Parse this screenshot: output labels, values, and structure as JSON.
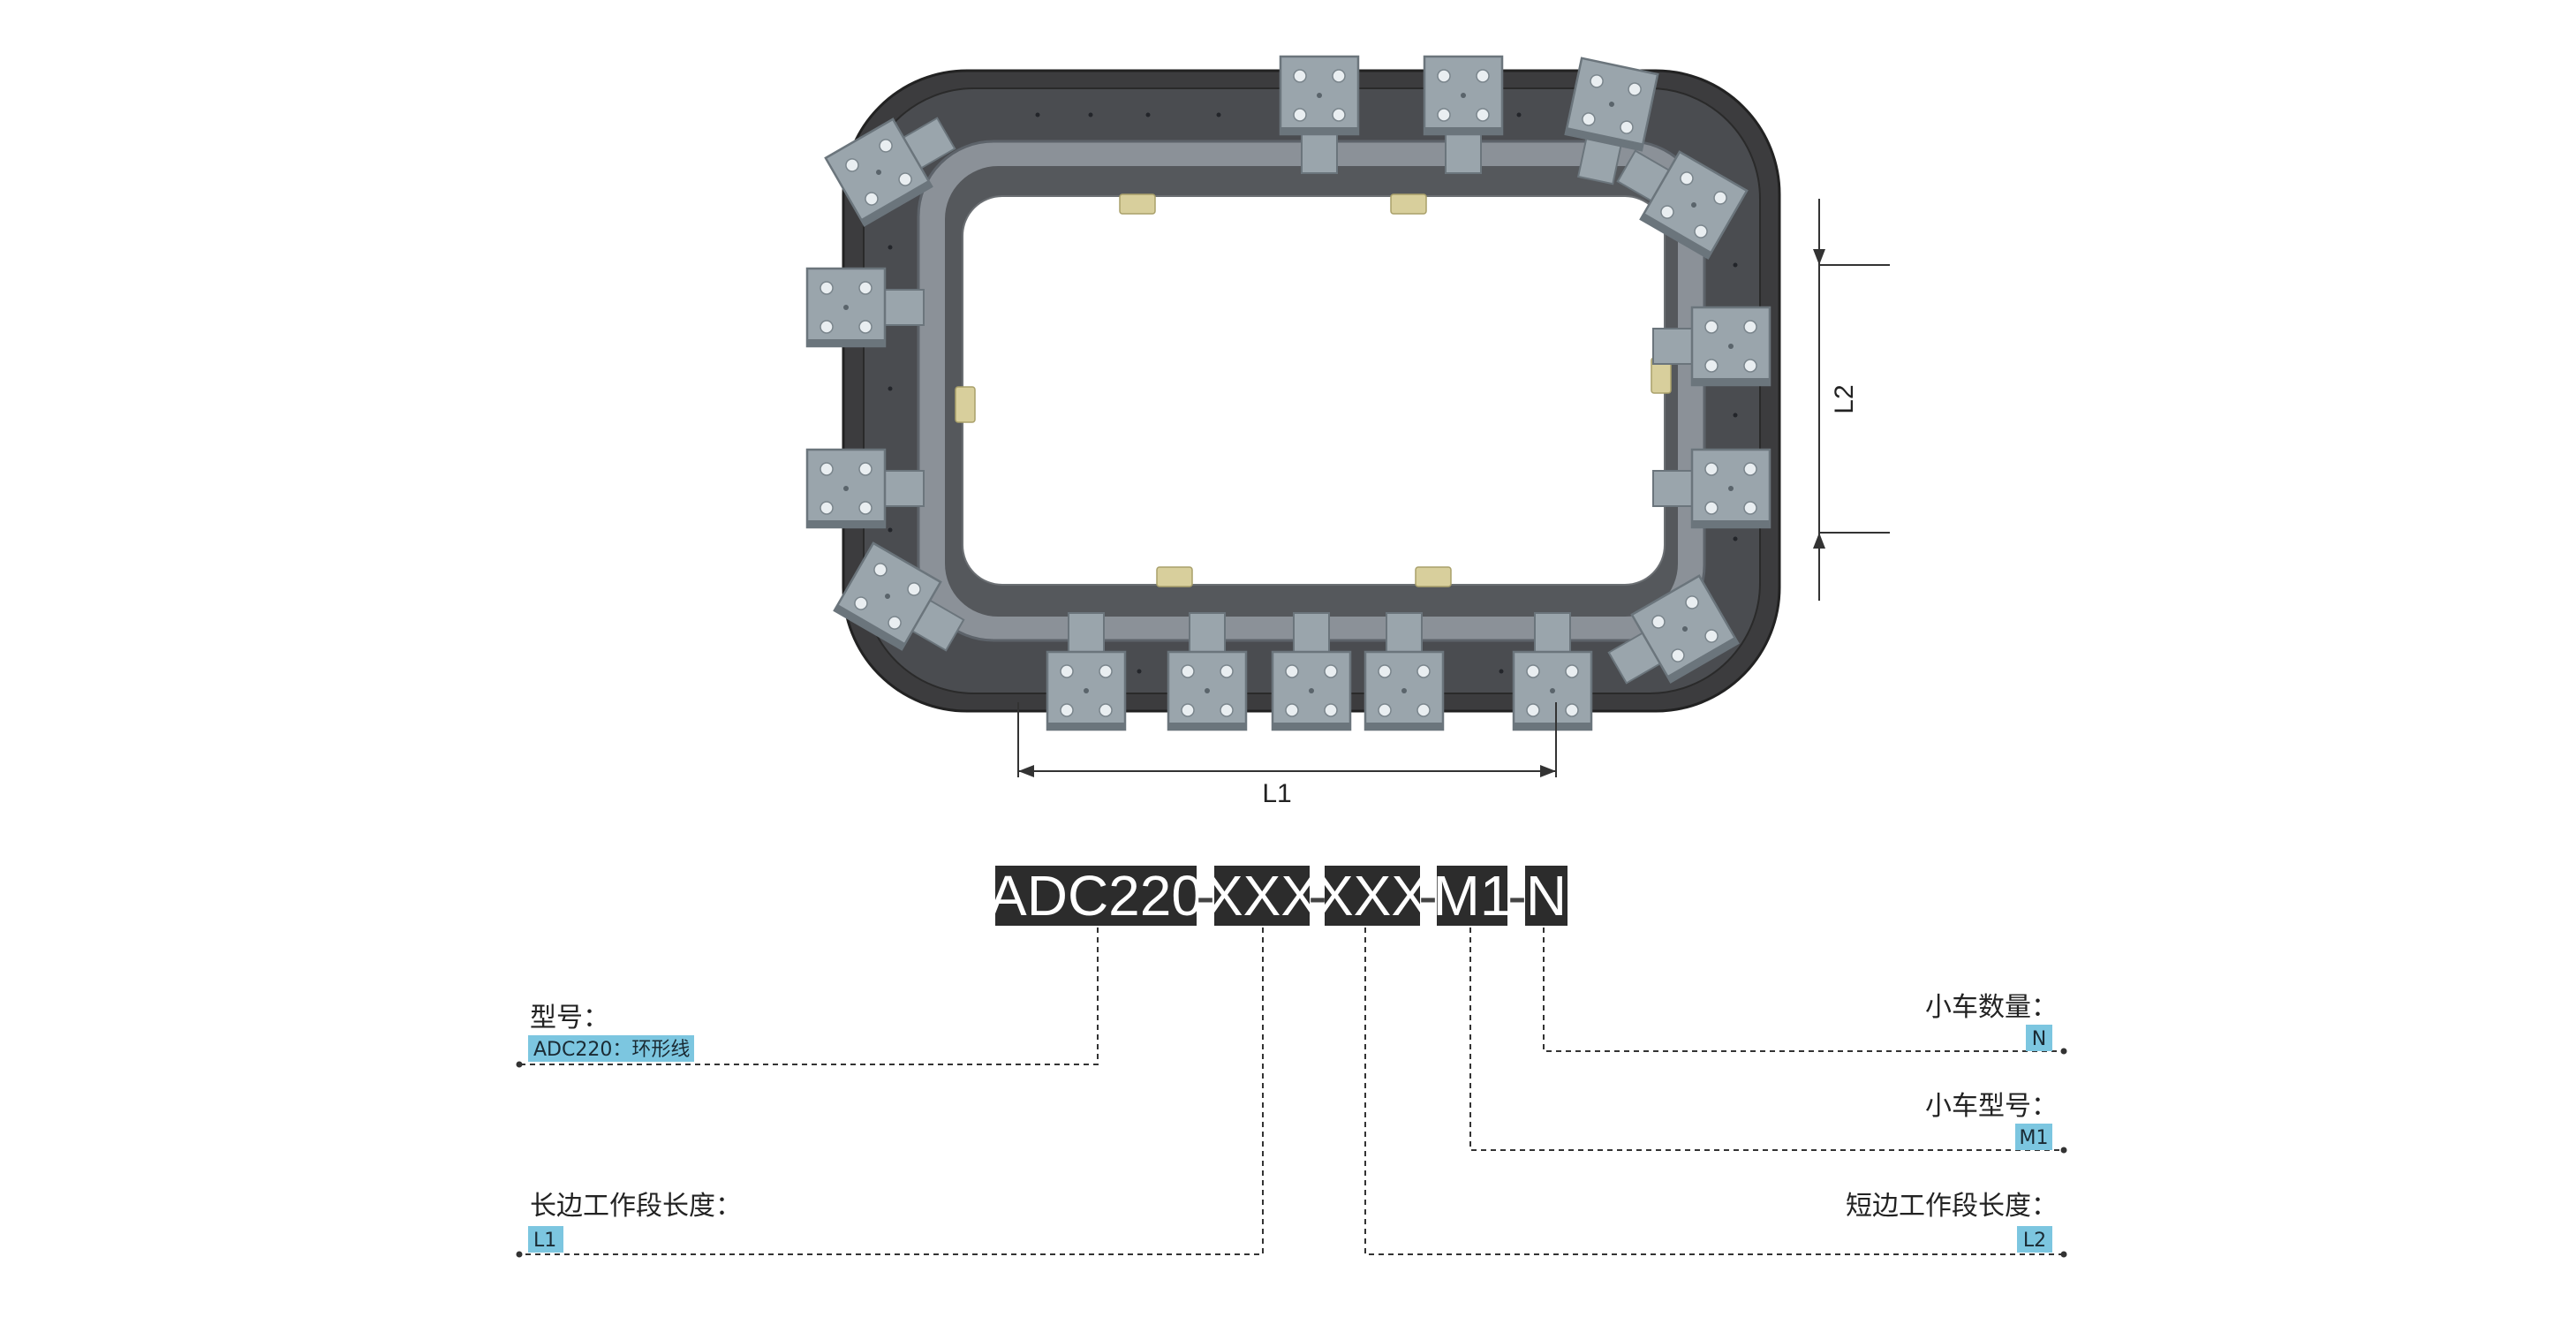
{
  "colors": {
    "track_outer": "#3c3c3e",
    "track_rim": "#8b9198",
    "track_inner": "#55585c",
    "carriage": "#9aa5ac",
    "carriage_edge": "#6b757c",
    "bolt": "#e9eef1",
    "bracket": "#d8cf9c",
    "code_bg": "#2c2c2c",
    "tag_bg": "#7cc6e0",
    "leader": "#333333"
  },
  "dimensions": {
    "long_side": "L1",
    "short_side": "L2"
  },
  "model_code": {
    "segments": [
      "ADC220",
      "XXX",
      "XXX",
      "M1",
      "N"
    ],
    "separator": "-"
  },
  "fields": {
    "model": {
      "label": "型号：",
      "value": "ADC220：环形线"
    },
    "long_length": {
      "label": "长边工作段长度：",
      "value": "L1"
    },
    "cart_count": {
      "label": "小车数量：",
      "value": "N"
    },
    "cart_model": {
      "label": "小车型号：",
      "value": "M1"
    },
    "short_length": {
      "label": "短边工作段长度：",
      "value": "L2"
    }
  }
}
